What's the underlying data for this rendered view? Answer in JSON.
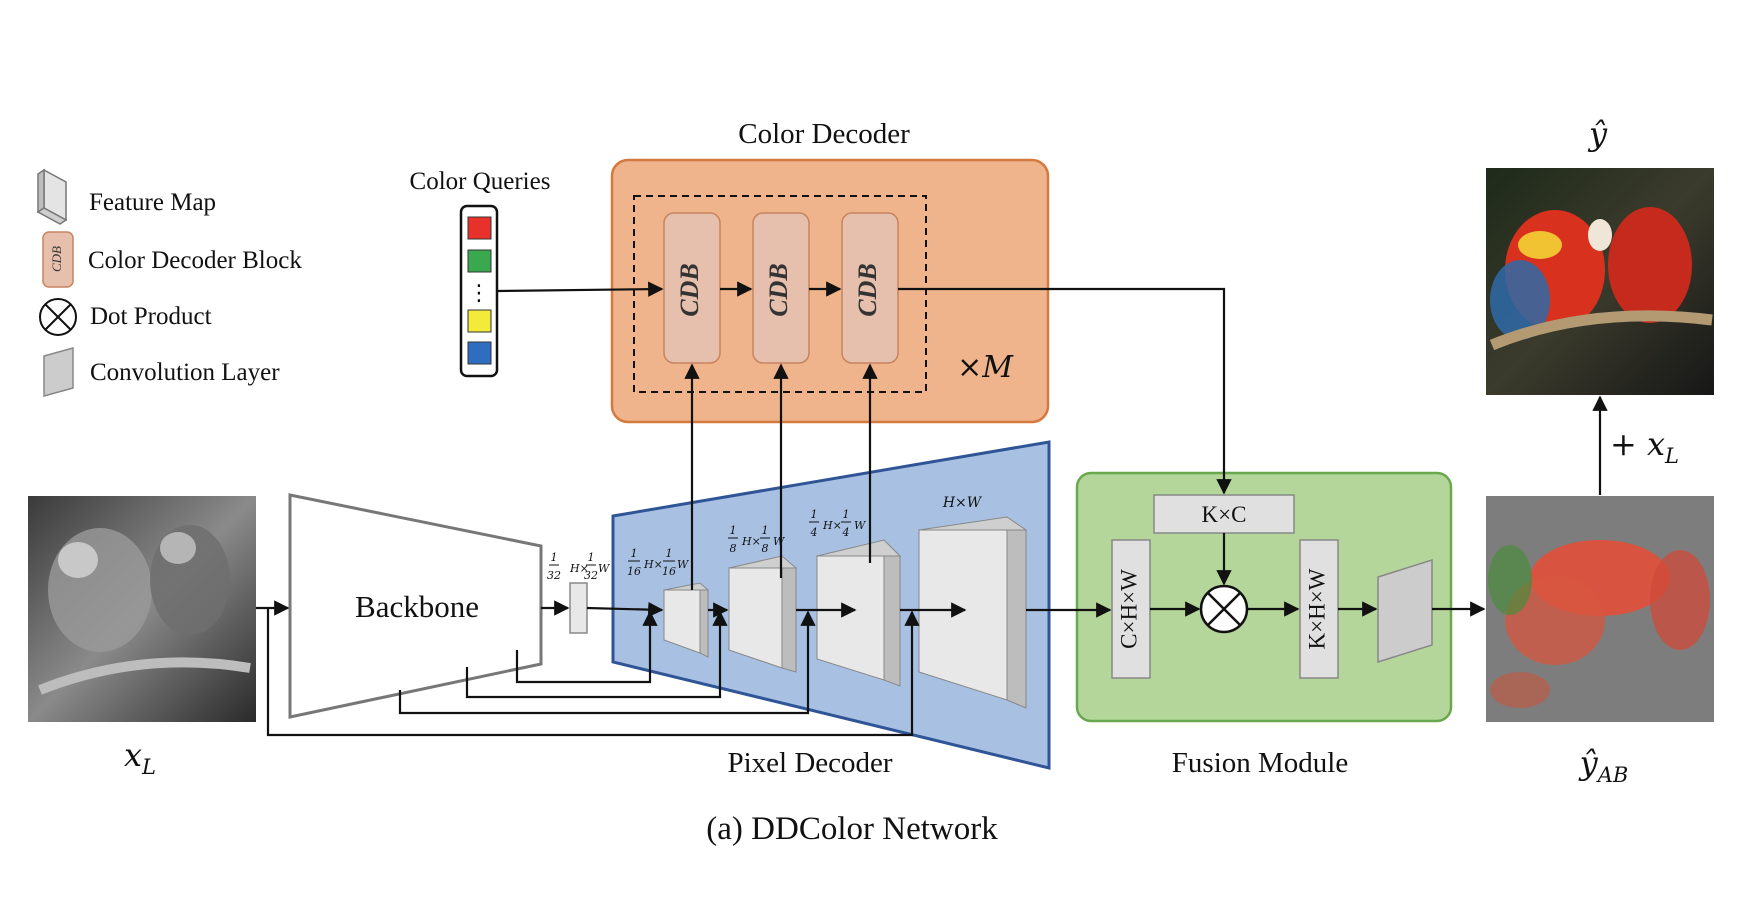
{
  "caption": "(a) DDColor Network",
  "legend": {
    "feature_map": "Feature Map",
    "color_decoder_block": "Color Decoder Block",
    "cdb_icon_text": "CDB",
    "dot_product": "Dot Product",
    "convolution_layer": "Convolution Layer"
  },
  "color_queries": {
    "label": "Color Queries",
    "ellipsis": "⋮",
    "swatches": [
      "#e8312a",
      "#3aa84f",
      "#f3ea3a",
      "#2f6dc0"
    ]
  },
  "color_decoder": {
    "title": "Color Decoder",
    "block_label": "CDB",
    "repeat": "×M"
  },
  "backbone": {
    "label": "Backbone"
  },
  "pixel_decoder": {
    "title": "Pixel Decoder",
    "scale_1_32": "1/32 H×1/32 W",
    "scale_1_16": "1/16 H×1/16 W",
    "scale_1_8": "1/8 H×1/8 W",
    "scale_1_4": "1/4 H×1/4 W",
    "scale_full": "H×W"
  },
  "fusion_module": {
    "title": "Fusion Module",
    "kc": "K×C",
    "chw": "C×H×W",
    "khw": "K×H×W"
  },
  "input": {
    "label": "x",
    "sub": "L"
  },
  "output_ab": {
    "label": "ŷ",
    "sub": "AB"
  },
  "output": {
    "label": "ŷ"
  },
  "add_input": {
    "label": "+ x",
    "sub": "L"
  },
  "colors": {
    "color_decoder_fill": "#efb48b",
    "color_decoder_stroke": "#d47a3e",
    "cdb_fill": "#e6c0ac",
    "cdb_stroke": "#c5845e",
    "pixel_decoder_fill": "#a8c1e3",
    "pixel_decoder_stroke": "#2f5597",
    "fusion_fill": "#b5d69a",
    "fusion_stroke": "#6aa84f",
    "feature_map_fill": "#e8e8e8"
  }
}
